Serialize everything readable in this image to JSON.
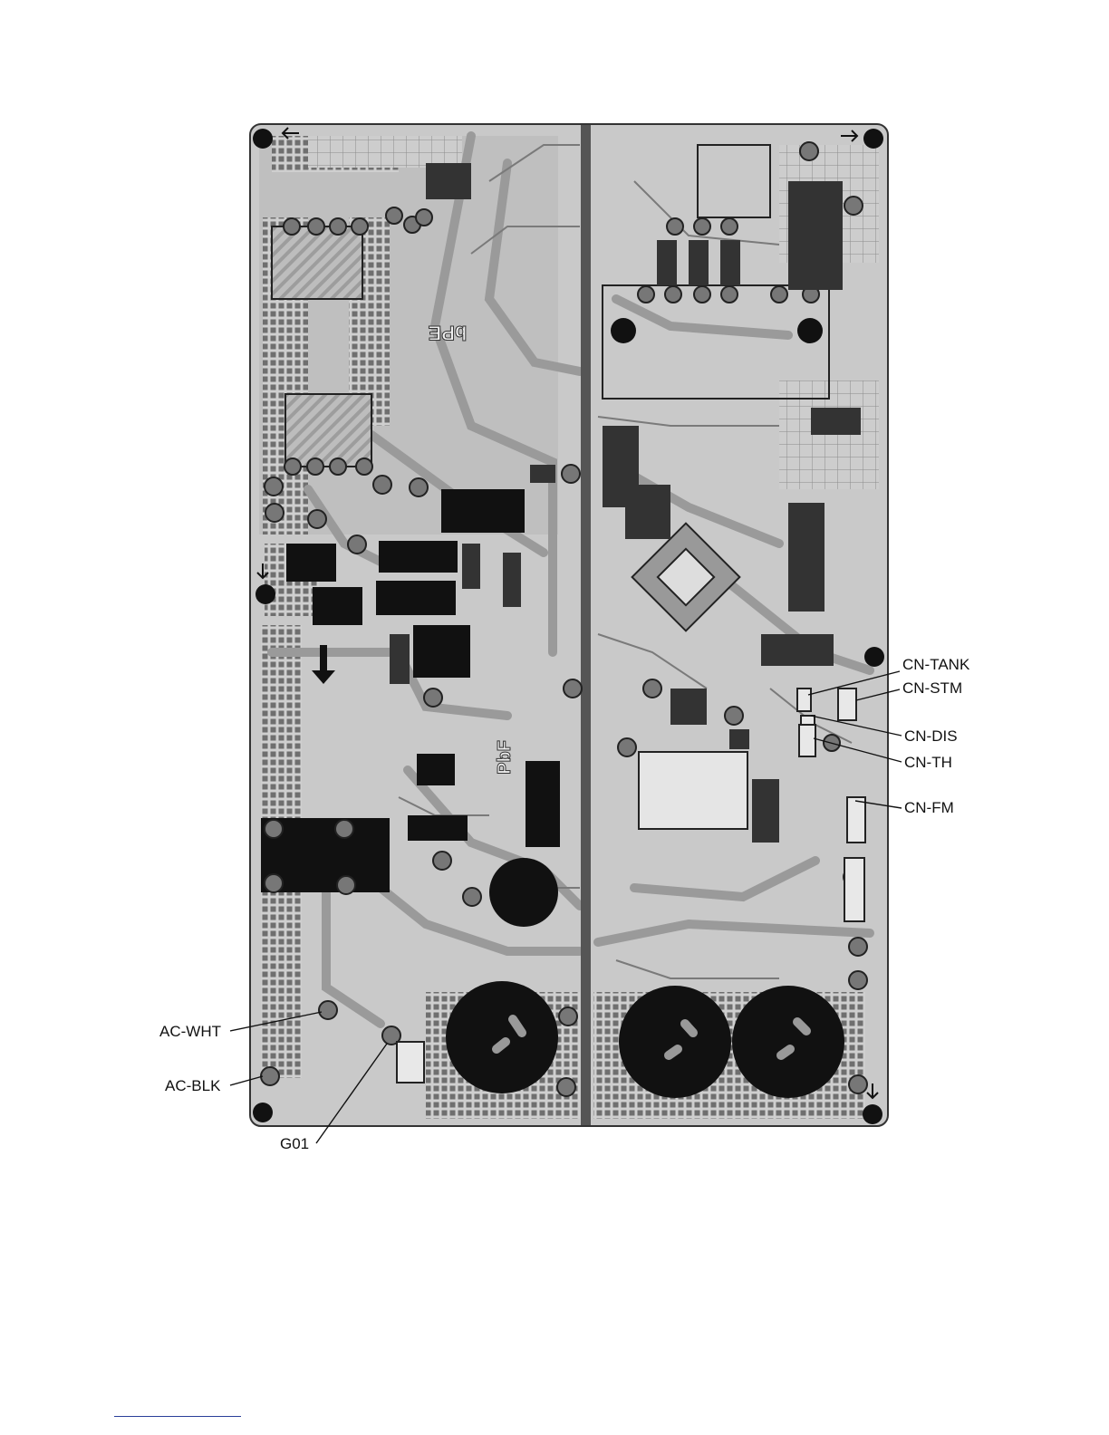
{
  "board": {
    "markings": [
      "bPE",
      "PbF"
    ]
  },
  "callouts": {
    "cn_tank": "CN-TANK",
    "cn_stm": "CN-STM",
    "cn_dis": "CN-DIS",
    "cn_th": "CN-TH",
    "cn_fm": "CN-FM",
    "ac_wht": "AC-WHT",
    "ac_blk": "AC-BLK",
    "g01": "G01"
  },
  "colors": {
    "board_fill": "#c9c9c9",
    "trace": "#9a9a9a",
    "component": "#111111",
    "divider": "#555555"
  }
}
